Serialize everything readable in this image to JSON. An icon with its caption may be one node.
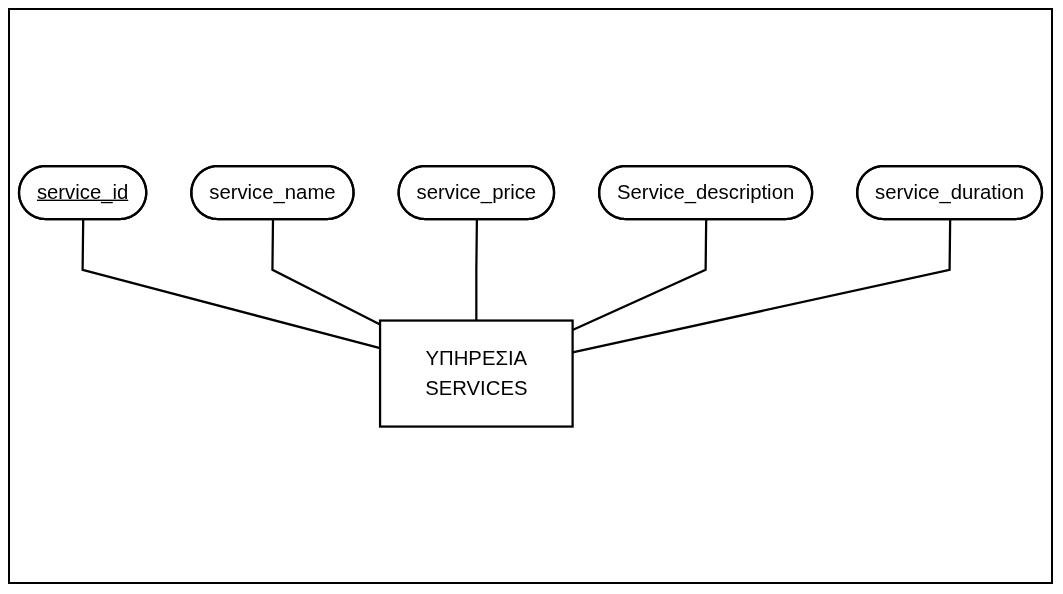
{
  "diagram": {
    "nodes": [
      {
        "text": [
          "service_id"
        ]
      },
      {
        "text": [
          "service_name"
        ]
      },
      {
        "text": [
          "service_price"
        ]
      },
      {
        "text": [
          "Service_description"
        ]
      },
      {
        "text": [
          "service_duration"
        ]
      },
      {
        "text": [
          "ΥΠΗΡΕΣΙΑ",
          "SERVICES"
        ]
      }
    ],
    "edges": [
      {
        "from": 0,
        "to": 5,
        "arrow": "none"
      },
      {
        "from": 1,
        "to": 5,
        "arrow": "none"
      },
      {
        "from": 2,
        "to": 5,
        "arrow": "none"
      },
      {
        "from": 3,
        "to": 5,
        "arrow": "none"
      },
      {
        "from": 4,
        "to": 5,
        "arrow": "none"
      }
    ]
  }
}
